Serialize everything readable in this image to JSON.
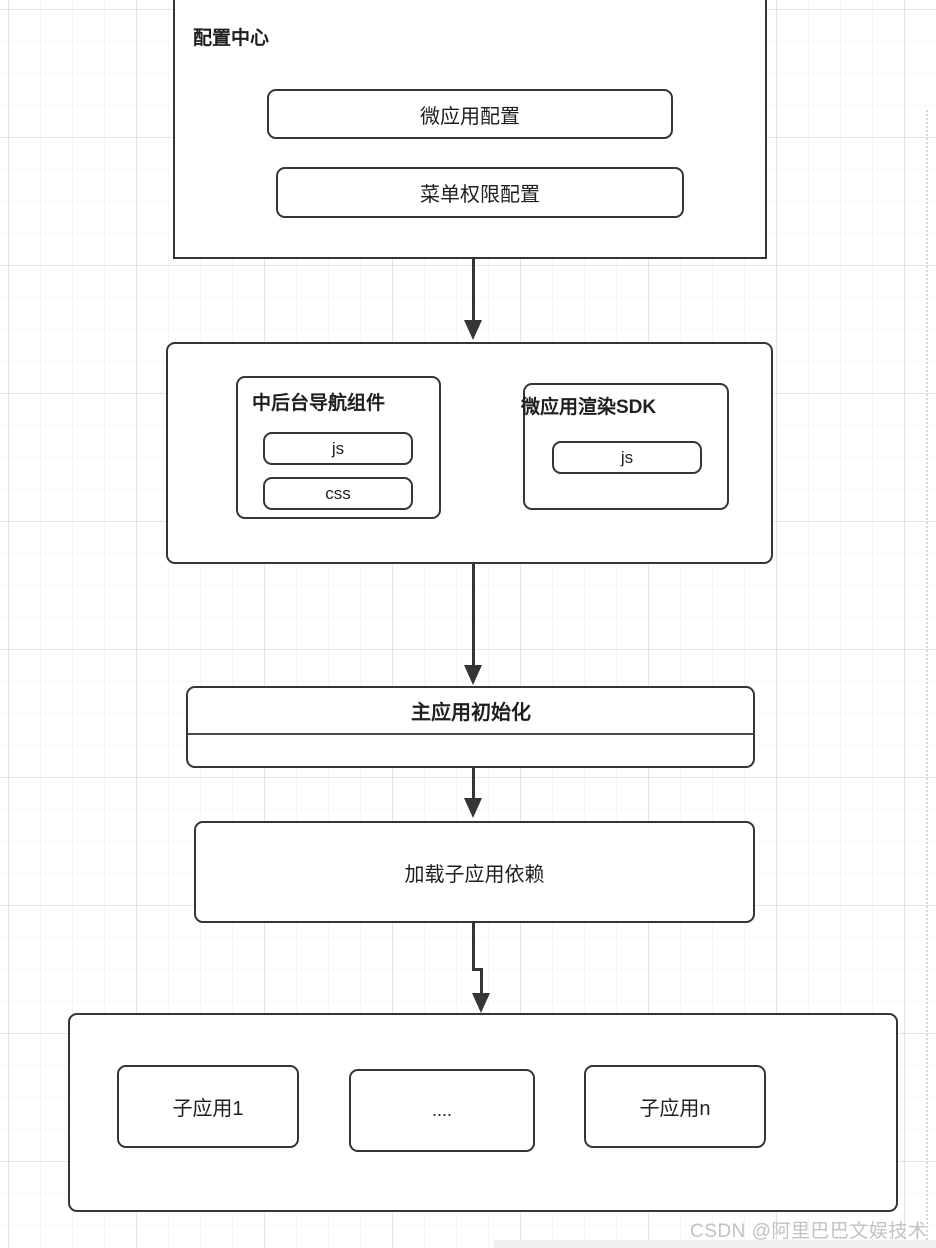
{
  "diagram": {
    "title_block": {
      "label": "配置中心",
      "items": [
        {
          "label": "微应用配置"
        },
        {
          "label": "菜单权限配置"
        }
      ]
    },
    "sdk_block": {
      "groups": [
        {
          "label": "中后台导航组件",
          "items": [
            {
              "label": "js"
            },
            {
              "label": "css"
            }
          ]
        },
        {
          "label": "微应用渲染SDK",
          "items": [
            {
              "label": "js"
            }
          ]
        }
      ]
    },
    "init_block": {
      "label": "主应用初始化"
    },
    "load_block": {
      "label": "加载子应用依赖"
    },
    "subapps_block": {
      "items": [
        {
          "label": "子应用1"
        },
        {
          "label": "...."
        },
        {
          "label": "子应用n"
        }
      ]
    }
  },
  "watermark": {
    "text": "CSDN @阿里巴巴文娱技术"
  },
  "colors": {
    "stroke": "#353535",
    "text": "#1f1f1f",
    "grid_minor": "#f4f4f4",
    "grid_major": "#ebebeb",
    "watermark": "#c2c2c2"
  }
}
